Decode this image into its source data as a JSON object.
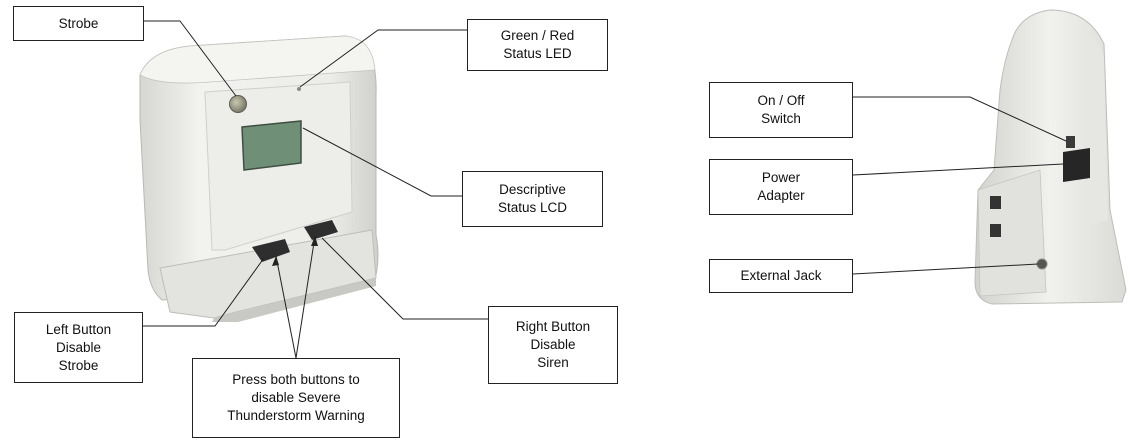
{
  "labels": {
    "strobe": "Strobe",
    "status_led": "Green / Red\nStatus LED",
    "status_lcd": "Descriptive\nStatus LCD",
    "left_button": "Left Button\nDisable\nStrobe",
    "both_buttons": "Press both buttons to\ndisable Severe\nThunderstorm  Warning",
    "right_button": "Right Button\nDisable\nSiren",
    "on_off_switch": "On / Off\nSwitch",
    "power_adapter": "Power\nAdapter",
    "external_jack": "External Jack"
  },
  "colors": {
    "device_body": "#e9e9e6",
    "device_shadow": "#c9c9c5",
    "lcd_screen": "#6f8f76",
    "button": "#2e2e2e",
    "leader_line": "#222222"
  }
}
